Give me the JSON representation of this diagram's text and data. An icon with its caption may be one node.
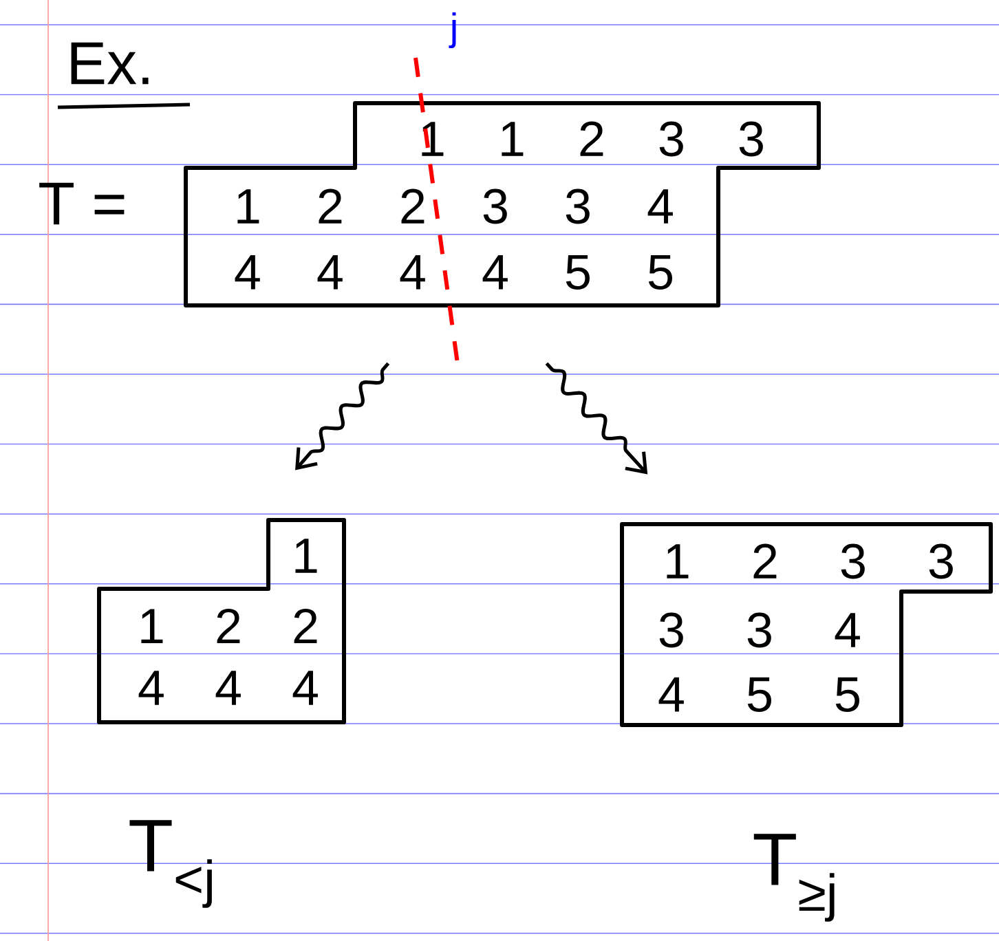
{
  "diagram": {
    "nodes": [
      {
        "text": [
          "1 1 2 3 3",
          "1 2 2 3 3 4",
          "4 4 4 4 5 5"
        ]
      },
      {
        "text": [
          "1",
          "1 2 2",
          "4 4 4"
        ]
      },
      {
        "text": [
          "1 2 3 3",
          "3 3 4",
          "4 5 5"
        ]
      }
    ],
    "edges": [
      {
        "from": 0,
        "to": 1,
        "arrow": "to"
      },
      {
        "from": 0,
        "to": 2,
        "arrow": "to"
      }
    ],
    "labels": [
      "Ex.",
      "j",
      "T =",
      "T$_{<j}$",
      "T$_{≥j}$"
    ]
  }
}
